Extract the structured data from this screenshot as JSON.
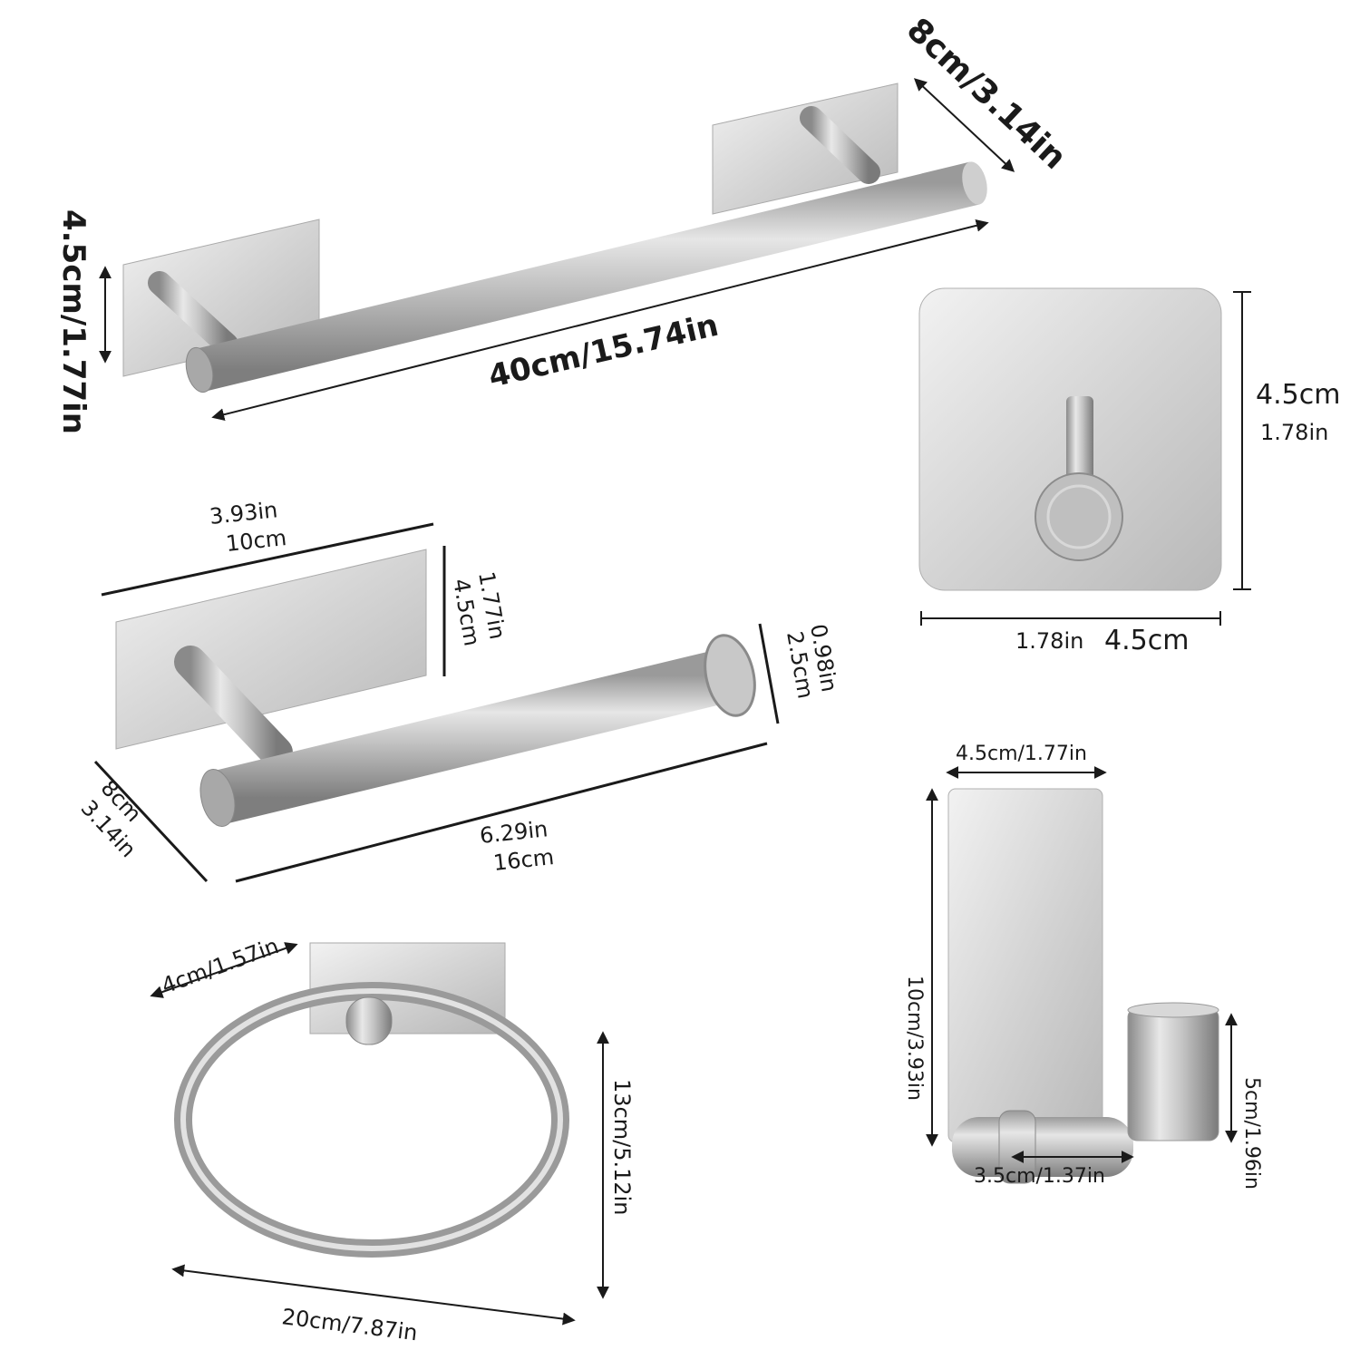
{
  "colors": {
    "background": "#ffffff",
    "steel_light": "#e8e8e8",
    "steel_mid": "#c4c4c4",
    "steel_dark": "#8c8c8c",
    "line": "#1a1a1a"
  },
  "towel_bar": {
    "length": "40cm/15.74in",
    "depth": "8cm/3.14in",
    "height": "4.5cm/1.77in"
  },
  "square_hook": {
    "height_cm": "4.5cm",
    "height_in": "1.78in",
    "width_in": "1.78in",
    "width_cm": "4.5cm"
  },
  "paper_holder": {
    "plate_width_in": "3.93in",
    "plate_width_cm": "10cm",
    "plate_height_in": "1.77in",
    "plate_height_cm": "4.5cm",
    "cap_in": "0.98in",
    "cap_cm": "2.5cm",
    "depth_cm": "8cm",
    "depth_in": "3.14in",
    "rod_in": "6.29in",
    "rod_cm": "16cm"
  },
  "robe_hook": {
    "width": "4.5cm/1.77in",
    "height": "10cm/3.93in",
    "post_height": "5cm/1.96in",
    "depth": "3.5cm/1.37in"
  },
  "towel_ring": {
    "mount": "4cm/1.57in",
    "height": "13cm/5.12in",
    "width": "20cm/7.87in"
  }
}
